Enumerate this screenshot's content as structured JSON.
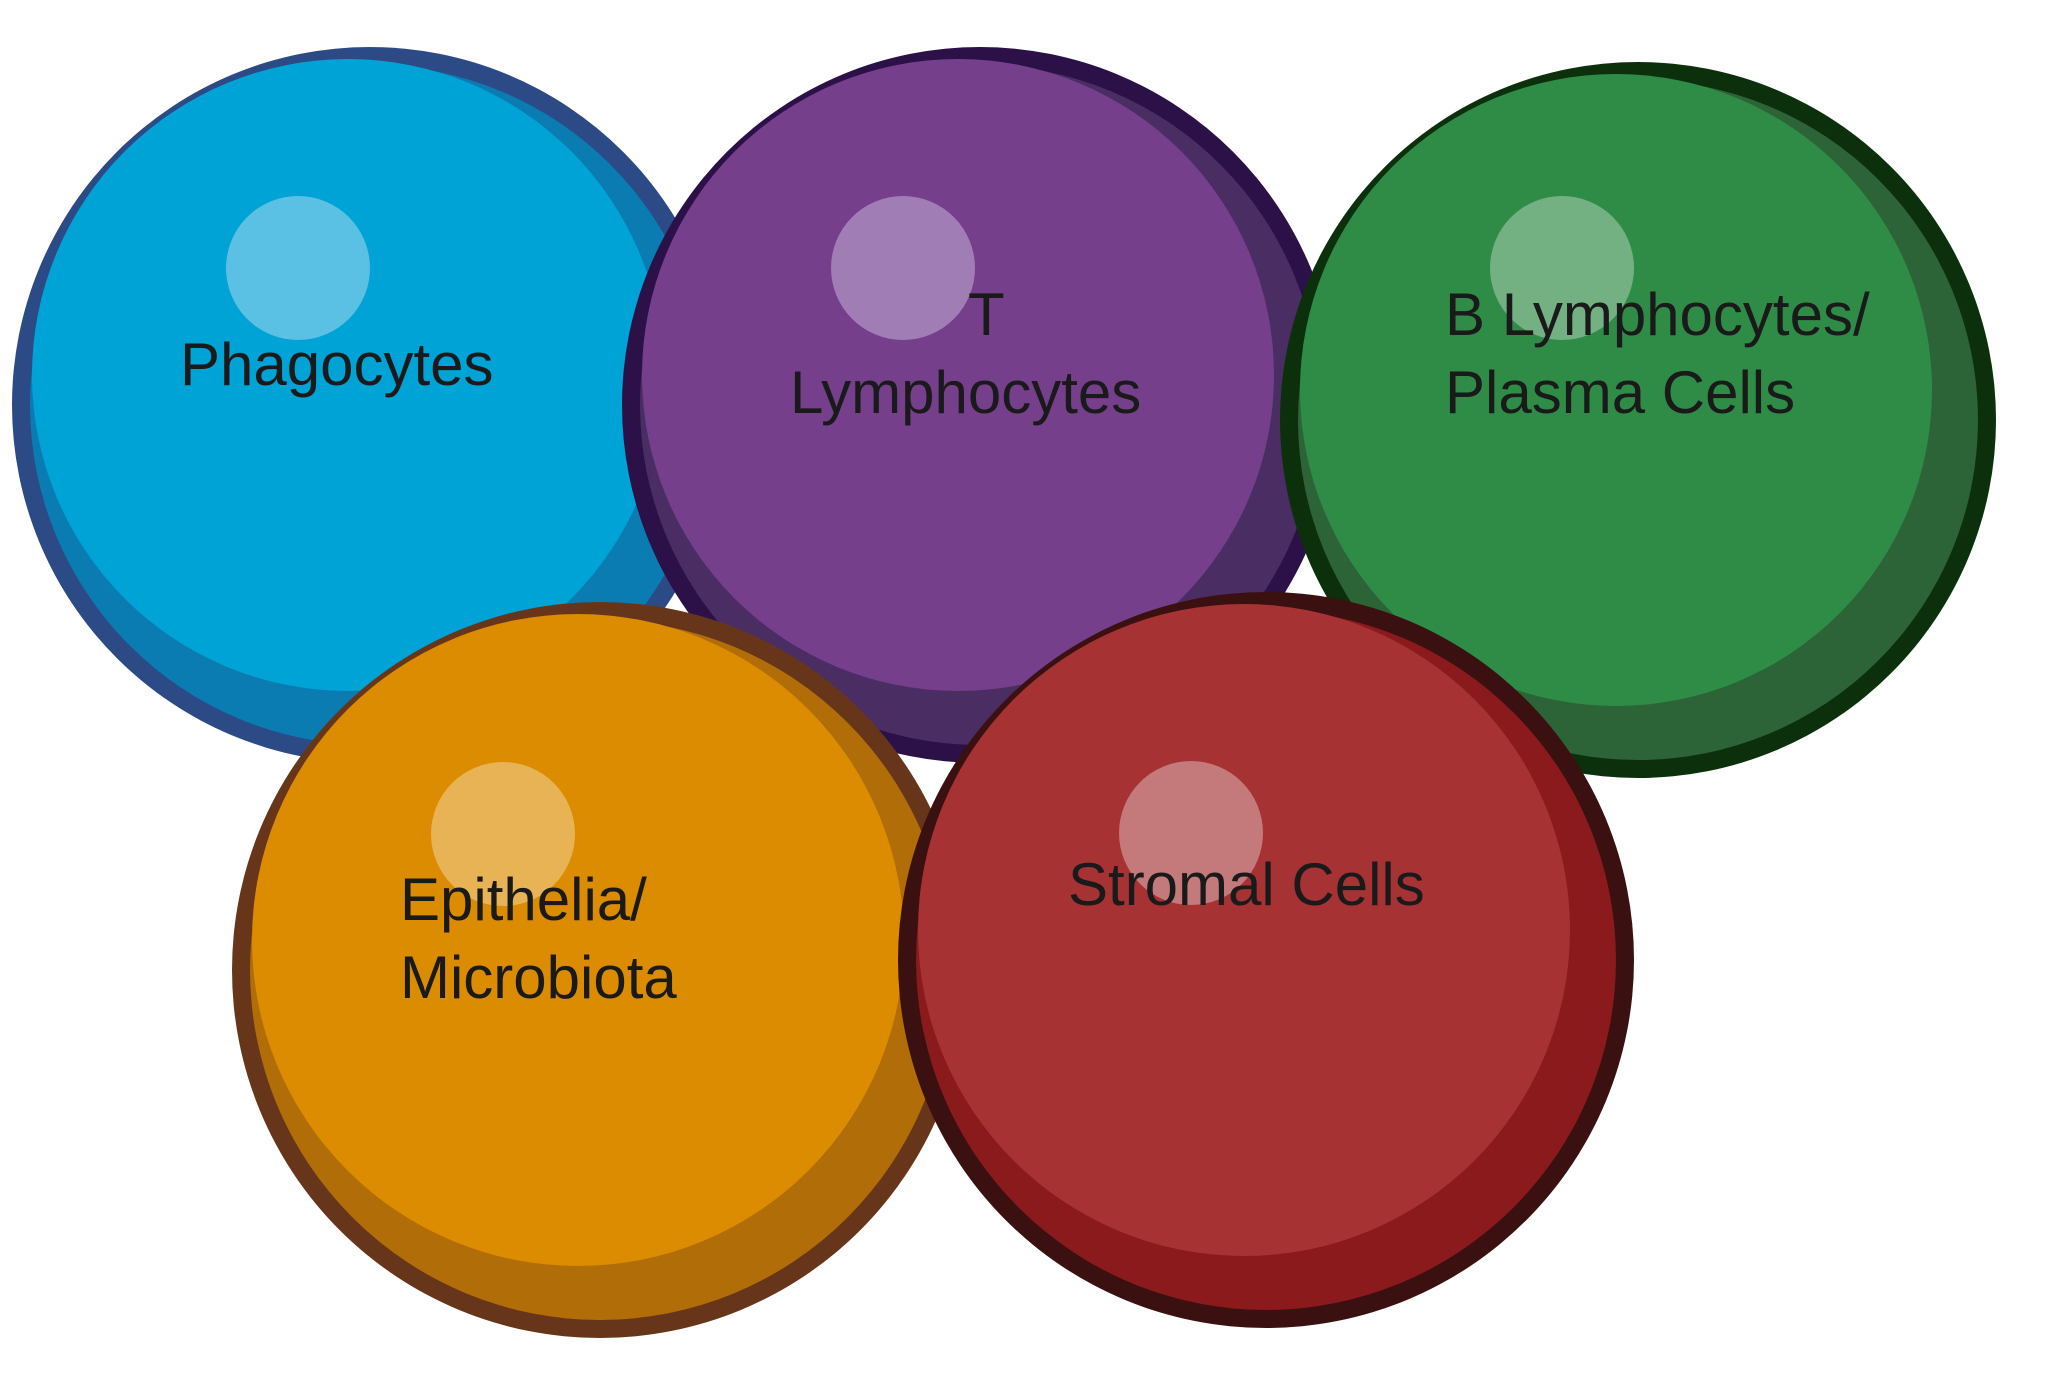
{
  "cells": [
    {
      "id": "phagocytes",
      "lines": [
        "Phagocytes"
      ],
      "colors": {
        "outline": "#2b4a86",
        "shadow": "#0a7cb2",
        "body": "#00a3d5",
        "highlight": "#5bc1e4"
      }
    },
    {
      "id": "t-lymphocytes",
      "lines": [
        "T",
        "Lymphocytes"
      ],
      "colors": {
        "outline": "#2b1147",
        "shadow": "#4a2d62",
        "body": "#753f8c",
        "highlight": "#a07db5"
      }
    },
    {
      "id": "b-lymphocytes-plasma-cells",
      "lines": [
        "B Lymphocytes/",
        "Plasma Cells"
      ],
      "colors": {
        "outline": "#0b300b",
        "shadow": "#2c6337",
        "body": "#2f8c47",
        "highlight": "#73b183"
      }
    },
    {
      "id": "epithelia-microbiota",
      "lines": [
        "Epithelia/",
        "Microbiota"
      ],
      "colors": {
        "outline": "#67361a",
        "shadow": "#b16d07",
        "body": "#db8c00",
        "highlight": "#e8b354"
      }
    },
    {
      "id": "stromal-cells",
      "lines": [
        "Stromal Cells"
      ],
      "colors": {
        "outline": "#3b1010",
        "shadow": "#8a1a1c",
        "body": "#a63234",
        "highlight": "#c47a7b"
      }
    }
  ]
}
